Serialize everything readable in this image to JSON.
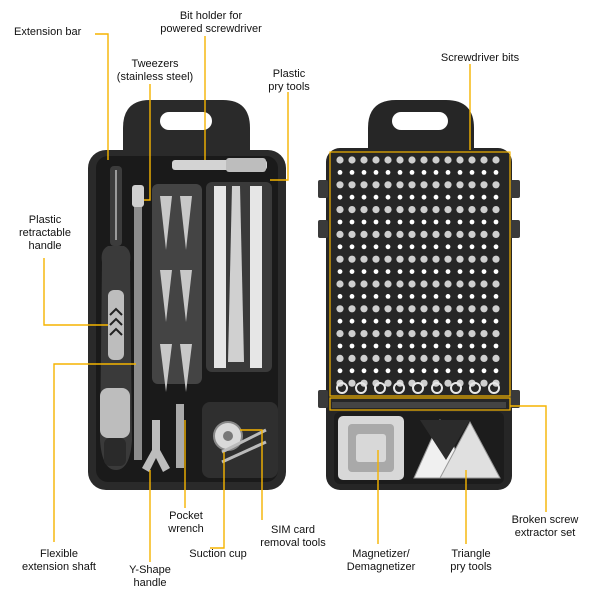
{
  "labels": {
    "extension_bar": "Extension bar",
    "bit_holder": "Bit holder for\npowered screwdriver",
    "tweezers": "Tweezers\n(stainless steel)",
    "plastic_pry_tools": "Plastic\npry tools",
    "screwdriver_bits": "Screwdriver bits",
    "plastic_handle": "Plastic\nretractable\nhandle",
    "pocket_wrench": "Pocket\nwrench",
    "sim_card_tools": "SIM card\nremoval tools",
    "flexible_shaft": "Flexible\nextension shaft",
    "suction_cup": "Suction cup",
    "y_shape_handle": "Y-Shape\nhandle",
    "magnetizer": "Magnetizer/\nDemagnetizer",
    "triangle_pry_tools": "Triangle\npry tools",
    "broken_screw": "Broken screw\nextractor set"
  },
  "colors": {
    "callout_line": "#f5b400",
    "case_dark": "#262626",
    "case_inner": "#1b1b1b",
    "gray_part": "#bdbdbd",
    "light_part": "#e9e9e9"
  }
}
